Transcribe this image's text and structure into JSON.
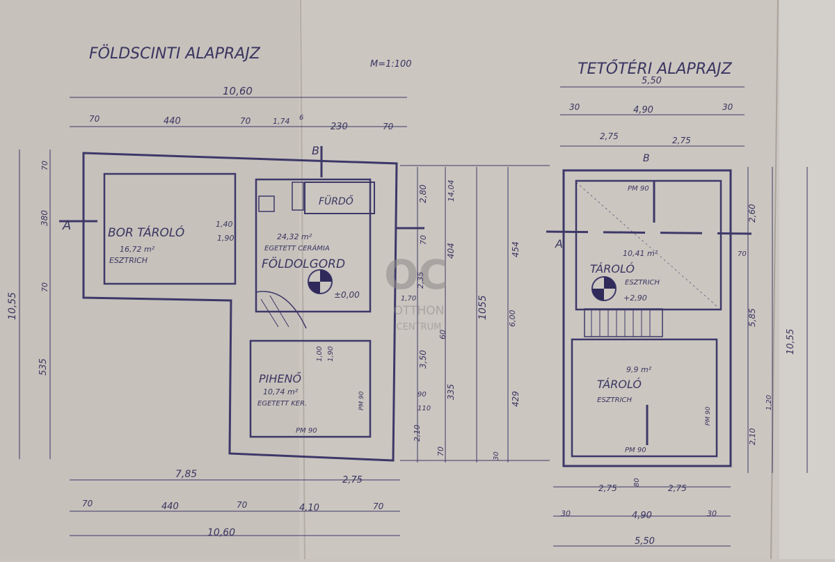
{
  "titles": {
    "ground": "FÖLDSCINTI ALAPRAJZ",
    "scale": "M=1:100",
    "attic": "TETŐTÉRI ALAPRAJZ"
  },
  "ground_floor": {
    "dims_top": {
      "overall": "10,60",
      "d1": "70",
      "d2": "440",
      "d3": "70",
      "d4": "1,74",
      "d5": "6",
      "d6": "230",
      "d7": "70"
    },
    "dims_left": {
      "overall": "10,55",
      "lower": "535",
      "a": "380",
      "b": "70",
      "c": "70"
    },
    "dims_bottom": {
      "row1": "7,85",
      "row1b": "2,75",
      "d1": "70",
      "d2": "440",
      "d3": "70",
      "d4": "4,10",
      "d5": "70",
      "overall": "10,60"
    },
    "dims_right": {
      "a": "2,80",
      "b": "14,04",
      "c": "70",
      "d": "404",
      "e": "454",
      "f": "3,50",
      "g": "335",
      "h": "429",
      "i": "70",
      "j": "1055",
      "k": "2,10",
      "l": "60",
      "m": "6,00",
      "n": "90",
      "o": "110",
      "p": "2,35",
      "q": "1,70",
      "r": "30"
    },
    "rooms": {
      "storage": {
        "name": "BOR TÁROLÓ",
        "area": "16,72 m²",
        "floor": "ESZTRICH"
      },
      "bath": {
        "name": "FÜRDŐ"
      },
      "hall": {
        "area": "24,32 m²",
        "floor": "EGETETT CERÁMIA",
        "name": "FÖLDOLGORD",
        "level": "±0,00"
      },
      "rest": {
        "name": "PIHENŐ",
        "area": "10,74 m²",
        "floor": "EGETETT KER."
      }
    },
    "door_labels": {
      "d1": "1,40",
      "d2": "1,90",
      "d3": "1,00",
      "d4": "1,90",
      "d5": "PM 90",
      "d6": "PM 90"
    },
    "section_marks": {
      "a": "A",
      "b": "B"
    }
  },
  "attic_floor": {
    "dims_top": {
      "overall": "5,50",
      "d1": "30",
      "d2": "4,90",
      "d3": "30",
      "d4": "2,75",
      "d5": "2,75"
    },
    "dims_bottom": {
      "d1": "2,75",
      "d2": "2,75",
      "d3": "30",
      "d4": "4,90",
      "d5": "30",
      "overall": "5,50"
    },
    "dims_right": {
      "a": "2,60",
      "b": "5,85",
      "c": "10,55",
      "d": "1,20",
      "e": "2,10",
      "f": "70"
    },
    "rooms": {
      "upper": {
        "area": "10,41 m²",
        "name": "TÁROLÓ",
        "floor": "ESZTRICH",
        "level": "+2,90"
      },
      "lower": {
        "area": "9,9 m²",
        "name": "TÁROLÓ",
        "floor": "ESZTRICH"
      }
    },
    "door_labels": {
      "d1": "PM 90",
      "d2": "PM 90",
      "d3": "80",
      "d4": "PM 90"
    },
    "section_marks": {
      "a": "A",
      "b": "B"
    }
  },
  "watermark": {
    "logo": "OC",
    "line1": "OTTHON",
    "line2": "CENTRUM"
  }
}
